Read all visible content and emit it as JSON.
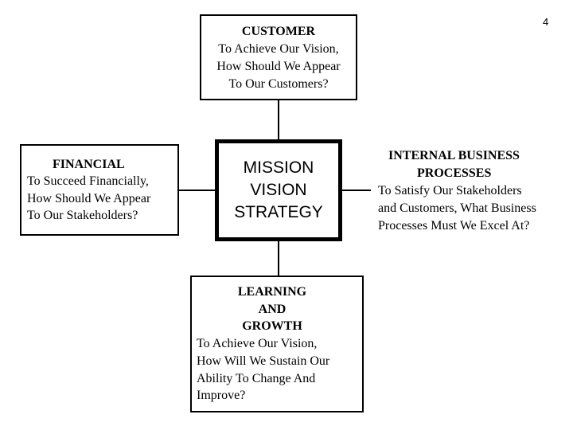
{
  "page_number": "4",
  "core": {
    "lines": [
      "MISSION",
      "VISION",
      "STRATEGY"
    ]
  },
  "customer": {
    "heading": "CUSTOMER",
    "lines": [
      "To Achieve Our Vision,",
      "How Should We Appear",
      "To Our Customers?"
    ]
  },
  "financial": {
    "heading": "FINANCIAL",
    "lines": [
      "To Succeed Financially,",
      "How Should We Appear",
      "To Our Stakeholders?"
    ]
  },
  "internal_business_processes": {
    "heading_lines": [
      "INTERNAL BUSINESS",
      "PROCESSES"
    ],
    "lines": [
      "To Satisfy Our Stakeholders",
      "and Customers, What Business",
      "Processes Must We Excel At?"
    ]
  },
  "learning_and_growth": {
    "heading_lines": [
      "LEARNING",
      "AND",
      "GROWTH"
    ],
    "lines": [
      "To Achieve Our Vision,",
      "How Will We Sustain Our",
      "Ability To Change And",
      "Improve?"
    ]
  }
}
